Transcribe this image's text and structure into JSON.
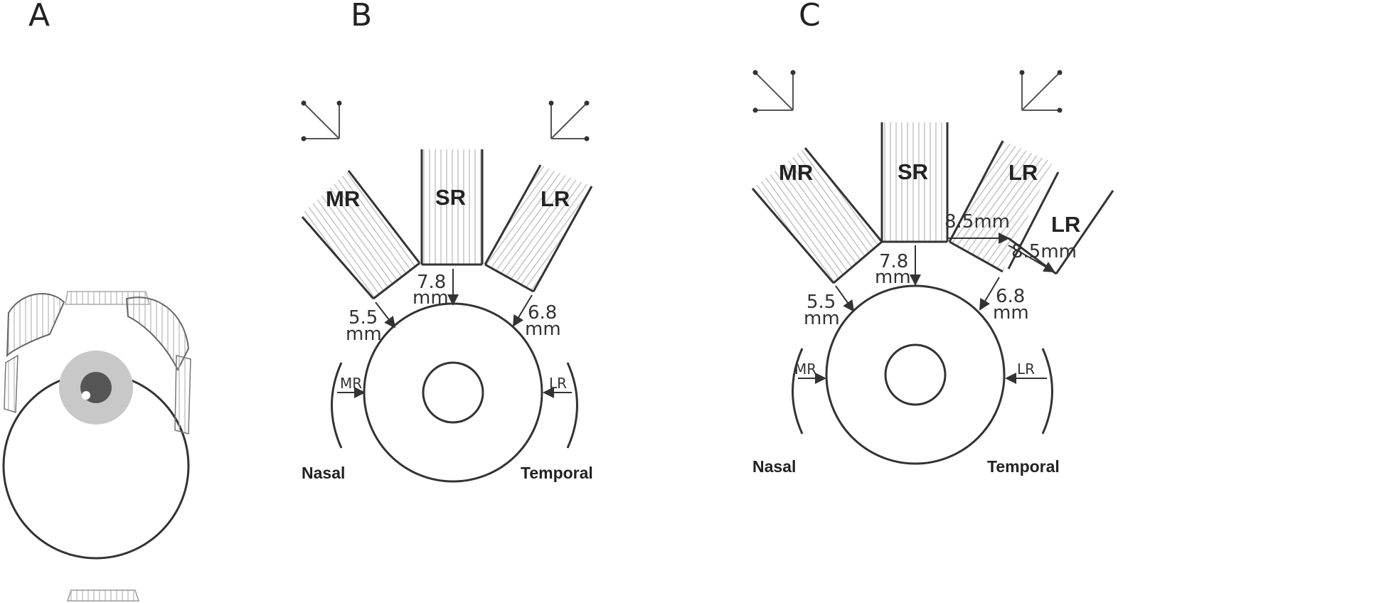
{
  "panels": [
    {
      "letter": "A"
    },
    {
      "letter": "B",
      "muscles": {
        "mr": "MR",
        "sr": "SR",
        "lr": "LR"
      },
      "distances": {
        "mr": [
          "5.5",
          "mm"
        ],
        "sr": [
          "7.8",
          "mm"
        ],
        "lr": [
          "6.8",
          "mm"
        ]
      },
      "side_muscles": {
        "mr": "MR",
        "lr": "LR"
      },
      "orientation": {
        "nasal": "Nasal",
        "temporal": "Temporal"
      }
    },
    {
      "letter": "C",
      "muscles": {
        "mr": "MR",
        "sr": "SR",
        "lr": "LR",
        "lr_recessed": "LR"
      },
      "distances": {
        "mr": [
          "5.5",
          "mm"
        ],
        "sr": [
          "7.8",
          "mm"
        ],
        "lr": [
          "6.8",
          "mm"
        ]
      },
      "recession": {
        "upper": "8.5mm",
        "lower": "8.5mm"
      },
      "side_muscles": {
        "mr": "MR",
        "lr": "LR"
      },
      "orientation": {
        "nasal": "Nasal",
        "temporal": "Temporal"
      }
    }
  ]
}
